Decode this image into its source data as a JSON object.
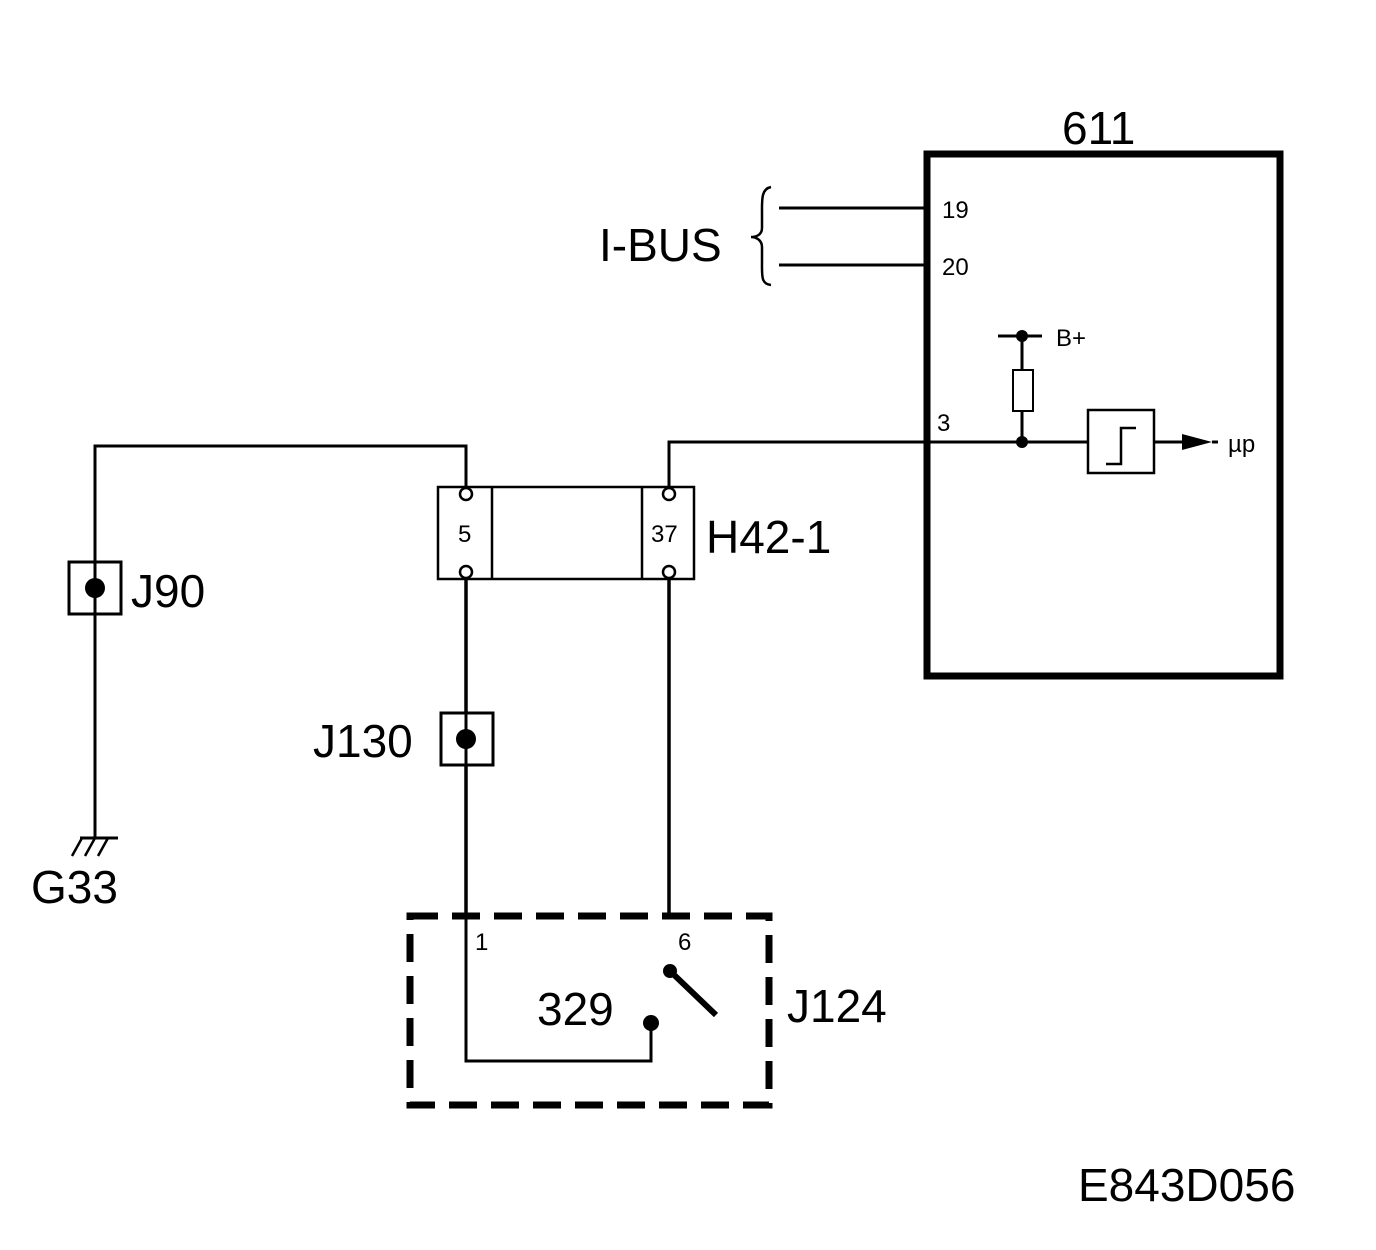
{
  "module": {
    "label": "611",
    "pin_19": "19",
    "pin_20": "20",
    "pin_3": "3",
    "supply_label": "B+",
    "output_label": "µp"
  },
  "bus": {
    "label": "I-BUS"
  },
  "connector": {
    "label": "H42-1",
    "pin_a": "5",
    "pin_b": "37"
  },
  "junctions": {
    "j90": "J90",
    "j130": "J130"
  },
  "ground": {
    "label": "G33"
  },
  "switch": {
    "label": "329",
    "connector_label": "J124",
    "pin_1": "1",
    "pin_6": "6"
  },
  "figure_code": "E843D056"
}
